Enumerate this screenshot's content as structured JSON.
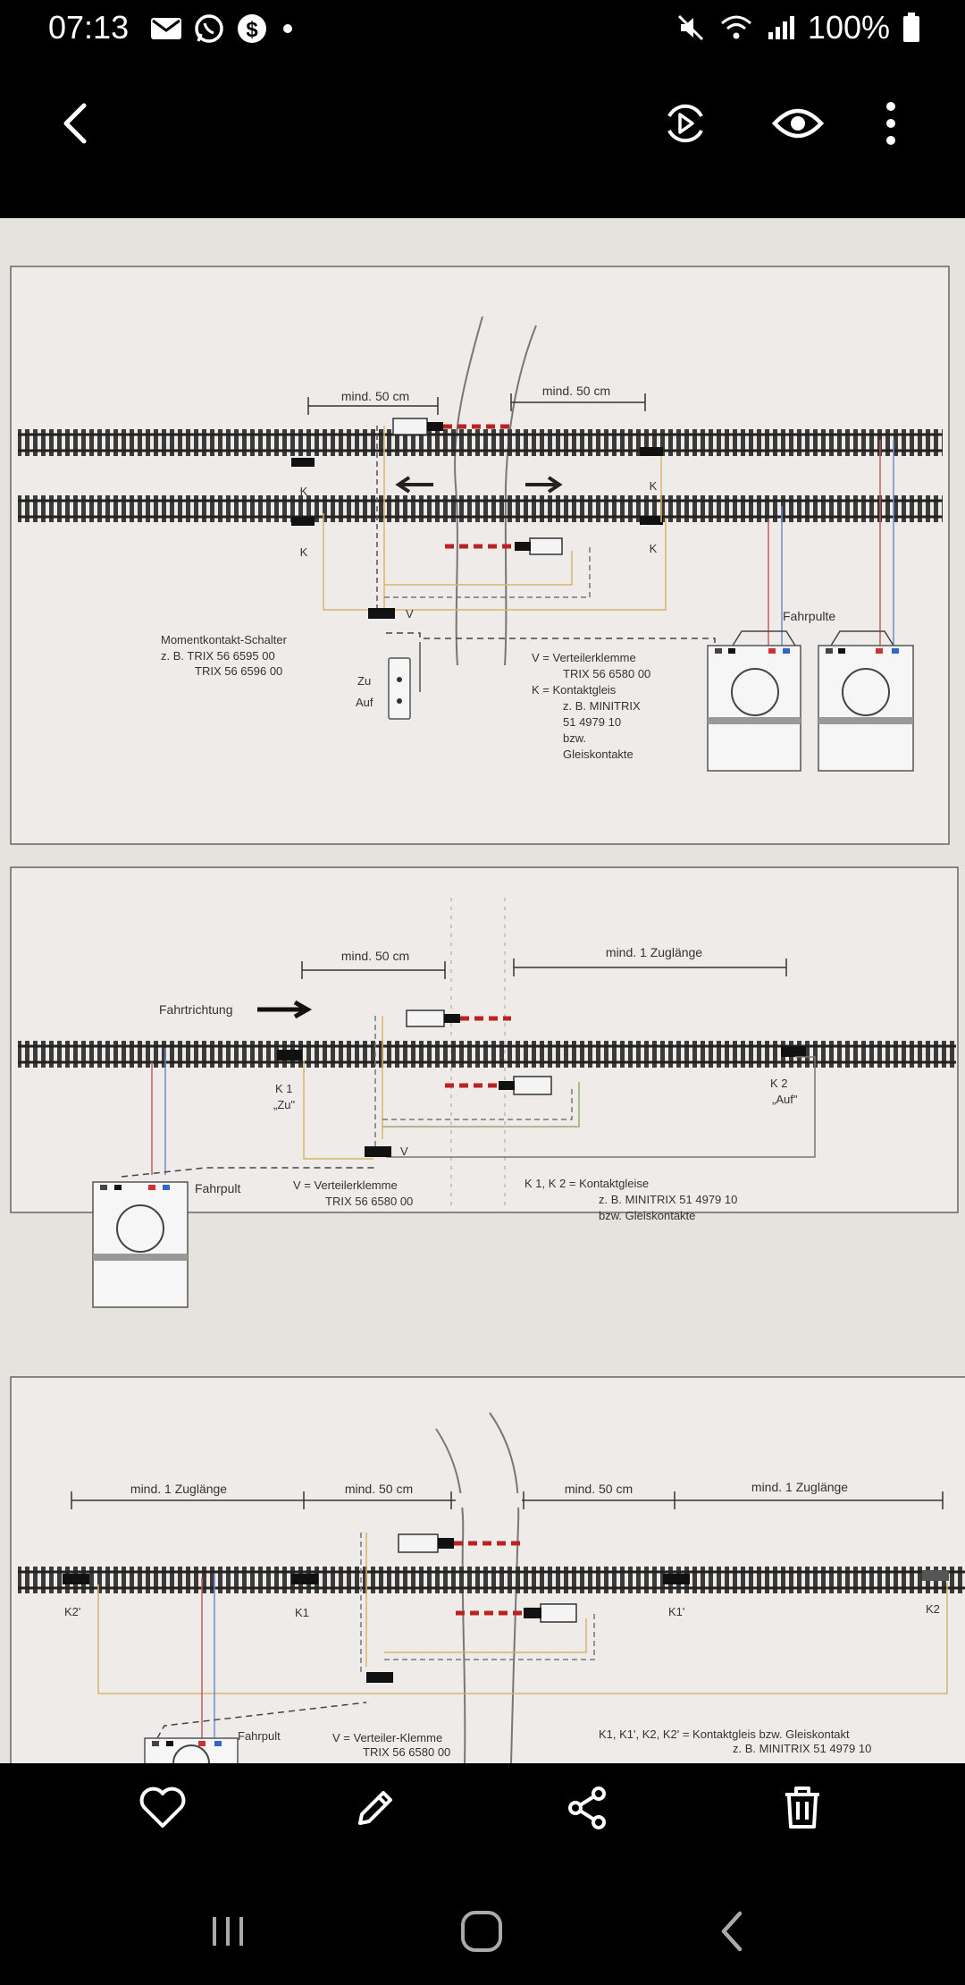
{
  "status_bar": {
    "time": "07:13",
    "left_icons": [
      "mail-icon",
      "whatsapp-icon",
      "dollar-app-icon",
      "dot-icon"
    ],
    "battery": "100%",
    "right_icons": [
      "mute-icon",
      "wifi-icon",
      "signal-icon",
      "battery-icon"
    ]
  },
  "top_bar": {
    "back_icon": "chevron-left-icon",
    "actions": [
      "remaster-icon",
      "eye-icon",
      "more-vertical-icon"
    ]
  },
  "image": {
    "panel1": {
      "dist_left": "mind. 50 cm",
      "dist_right": "mind. 50 cm",
      "k_labels": [
        "K",
        "K",
        "K",
        "K"
      ],
      "v_label": "V",
      "switch_line1": "Momentkontakt-Schalter",
      "switch_line2": "z. B. TRIX 56 6595 00",
      "switch_line3": "TRIX 56 6596 00",
      "zu": "Zu",
      "auf": "Auf",
      "legend_v1": "V = Verteilerklemme",
      "legend_v2": "TRIX 56 6580 00",
      "legend_k1": "K = Kontaktgleis",
      "legend_k2": "z. B. MINITRIX",
      "legend_k3": "51 4979 10",
      "legend_k4": "bzw.",
      "legend_k5": "Gleiskontakte",
      "controllers": "Fahrpulte"
    },
    "panel2": {
      "dist_left": "mind. 50 cm",
      "dist_right": "mind. 1 Zuglänge",
      "direction": "Fahrtrichtung",
      "k1": "K 1",
      "k1_sub": "„Zu\"",
      "k2": "K 2",
      "k2_sub": "„Auf\"",
      "v_label": "V",
      "controller": "Fahrpult",
      "legend_v1": "V = Verteilerklemme",
      "legend_v2": "TRIX 56 6580 00",
      "legend_k1": "K 1, K 2 = Kontaktgleise",
      "legend_k2": "z. B. MINITRIX 51 4979 10",
      "legend_k3": "bzw. Gleiskontakte"
    },
    "panel3": {
      "dist1": "mind. 1 Zuglänge",
      "dist2": "mind. 50 cm",
      "dist3": "mind. 50 cm",
      "dist4": "mind. 1 Zuglänge",
      "k2_left": "K2'",
      "k1_left": "K1",
      "k1_right": "K1'",
      "k2_right": "K2",
      "controller": "Fahrpult",
      "legend_v1": "V = Verteiler-Klemme",
      "legend_v2": "TRIX 56 6580 00",
      "legend_k1": "K1, K1', K2, K2' = Kontaktgleis bzw. Gleiskontakt",
      "legend_k2": "z. B. MINITRIX 51 4979 10"
    }
  },
  "bottom_bar": {
    "actions": [
      "heart-icon",
      "pencil-icon",
      "share-icon",
      "trash-icon"
    ]
  },
  "nav_bar": {
    "buttons": [
      "recents-icon",
      "home-icon",
      "back-icon"
    ]
  }
}
